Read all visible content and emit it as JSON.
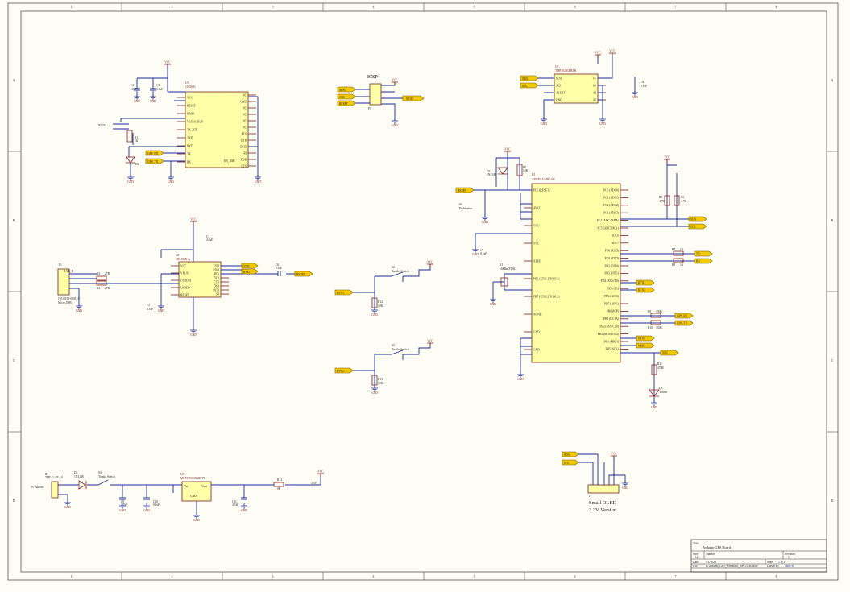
{
  "border": {
    "columns": [
      "1",
      "2",
      "3",
      "4",
      "5",
      "6",
      "7",
      "8"
    ],
    "rows": [
      "A",
      "B",
      "C",
      "D"
    ]
  },
  "icsp": {
    "title": "ICSP",
    "signals": [
      "MISO",
      "SCK",
      "RESET",
      "MOSI"
    ],
    "part": "P4"
  },
  "ch340": {
    "ref": "U3",
    "name": "CH340C",
    "pins_left": [
      "VCC",
      "RESET",
      "MISO",
      "V3/BACKUP",
      "TX_BTE",
      "TXD",
      "RXD",
      "TX",
      "RX"
    ],
    "pins_right": [
      "NC",
      "GND",
      "NC",
      "NC",
      "NC",
      "NC",
      "RTS",
      "DTR",
      "DCD",
      "RI",
      "DSR",
      "CTS"
    ],
    "net_right": "EN_AMI",
    "nets_left": [
      "GPS_RX",
      "GPS_TX"
    ],
    "caps": [
      {
        "ref": "C1",
        "val": "0.1uF"
      },
      {
        "ref": "C2",
        "val": "10uF"
      }
    ],
    "r1": {
      "ref": "R1",
      "val": "1K"
    },
    "battery": "CR2032",
    "led": "D1"
  },
  "usb": {
    "ref": "U4",
    "name": "CP2102N-A",
    "pins_left": [
      "VCC",
      "VBUS",
      "USBDM",
      "USBDP",
      "RESET"
    ],
    "pins_right": [
      "TXD",
      "RXD",
      "RTS",
      "DTR",
      "CTS",
      "DSR",
      "DCD",
      "RI"
    ],
    "connector": {
      "ref": "P1",
      "name": "USB_B",
      "part": "10118193-0001LF",
      "label": "Micro USB"
    },
    "resistors": [
      {
        "ref": "R3",
        "val": "27R"
      },
      {
        "ref": "R4",
        "val": "27R"
      }
    ],
    "caps": [
      {
        "ref": "C3",
        "val": "0.1uF"
      },
      {
        "ref": "C4",
        "val": "4.7uF"
      },
      {
        "ref": "C5",
        "val": "0.1uF"
      }
    ],
    "cap_out": {
      "ref": "C6",
      "val": "0.1uF"
    },
    "net_out": "RESET",
    "nets": [
      "TXD",
      "RXD"
    ]
  },
  "mcu": {
    "ref": "U1",
    "name": "ATMEGA328P-AU",
    "pins_left": [
      "PC6 (RESET)",
      "AVCC",
      "VCC",
      "VCC",
      "AREF",
      "PB6 (XTAL1/TOSC1)",
      "PB7 (XTAL2/TOSC2)",
      "AGND",
      "GND",
      "GND"
    ],
    "pins_right": [
      "PC0 (ADC0)",
      "PC1 (ADC1)",
      "PC2 (ADC2)",
      "PC3 (ADC3)",
      "PC4 (ADC4/SDA)",
      "PC5 (ADC5/SCL)",
      "ADC6",
      "ADC7",
      "PD0 (RXD)",
      "PD1 (TXD)",
      "PD2 (INT0)",
      "PD3 (INT1)",
      "PD4 (XCK/T0)",
      "PD5 (T1)",
      "PD6 (AIN0)",
      "PD7 (AIN1)",
      "PB0 (ICP)",
      "PB1 (OC1A)",
      "PB2 (SS/OC1B)",
      "PB3 (MOSI/OC2)",
      "PB4 (MISO)",
      "PB5 (SCK)"
    ],
    "crystal": {
      "ref": "Y1",
      "val": "16Mhz XTAL"
    },
    "reset_net": "RESET",
    "nets_right": [
      "SDA",
      "SCL",
      "RX",
      "TX",
      "BTN1",
      "BTN2",
      "GPS_RX",
      "GPS_TX",
      "MOSI",
      "MISO",
      "SCK"
    ],
    "diode": {
      "ref": "D2",
      "val": "1N4148"
    },
    "r_pull": {
      "ref": "R2",
      "val": "10K"
    },
    "reset_btn": {
      "ref": "S1",
      "val": "Pushbutton"
    },
    "cap_aref": {
      "ref": "C7",
      "val": "0.1uF"
    },
    "pullups": [
      {
        "ref": "R5",
        "val": "4.7K"
      },
      {
        "ref": "R6",
        "val": "4.7K"
      }
    ],
    "series": [
      {
        "ref": "R7",
        "val": "1K"
      },
      {
        "ref": "R8",
        "val": "1K"
      },
      {
        "ref": "R9",
        "val": "330R"
      },
      {
        "ref": "R10",
        "val": "330R"
      }
    ],
    "led": {
      "ref": "D3",
      "val": "Yellow"
    },
    "r_led": {
      "ref": "R11",
      "val": "470R"
    }
  },
  "tmp": {
    "ref": "U2",
    "name": "TMP102AIDRLR",
    "pins_left": [
      "SDA",
      "SCL",
      "ALERT",
      "GND"
    ],
    "pins_right": [
      "V+",
      "A0",
      "A1",
      "A2"
    ],
    "cap": {
      "ref": "C8",
      "val": "0.1uF"
    },
    "nets": [
      "SDA",
      "SCL"
    ]
  },
  "buttons": [
    {
      "ref": "S2",
      "name": "Tactile_Switch",
      "net": "BTN1",
      "r": "R12",
      "rval": "10K"
    },
    {
      "ref": "S3",
      "name": "Tactile_Switch",
      "net": "BTN2",
      "r": "R13",
      "rval": "10K"
    }
  ],
  "power": {
    "battery": {
      "ref": "B1",
      "part": "THT-L1.6T-1.0",
      "label": "3V Battery"
    },
    "diode": {
      "ref": "D4",
      "val": "1N4148"
    },
    "switch": {
      "ref": "S4",
      "val": "Toggle Switch"
    },
    "reg": {
      "ref": "U5",
      "name": "MCP1700-3302E/TT",
      "pins": [
        "Vin",
        "Vout",
        "GND"
      ]
    },
    "caps": [
      {
        "ref": "C9",
        "val": "4.7uF"
      },
      {
        "ref": "C10",
        "val": "0.1uF"
      },
      {
        "ref": "C11",
        "val": "4.7uF"
      }
    ],
    "r": {
      "ref": "R14",
      "val": "0R"
    },
    "out": "3.3V"
  },
  "oled": {
    "ref": "J1",
    "label1": "Small OLED",
    "label2": "3.3V Version",
    "nets": [
      "SDA",
      "SCL"
    ]
  },
  "power_labels": {
    "vcc": "VCC",
    "gnd": "GND"
  },
  "titleblock": {
    "title_label": "Title",
    "title": "Arduino GPS Board",
    "size_label": "Size",
    "size": "A4",
    "number_label": "Number",
    "number": "",
    "revision_label": "Revision",
    "revision": "1",
    "date_label": "Date",
    "date": "1/1/2024",
    "sheet_label": "Sheet",
    "sheet": "1 of 1",
    "file_label": "File",
    "file": "C:\\arduino_GPS_Schematic_Rev1.0.SchDoc",
    "drawn_label": "Drawn By",
    "drawn": "Mike R."
  }
}
